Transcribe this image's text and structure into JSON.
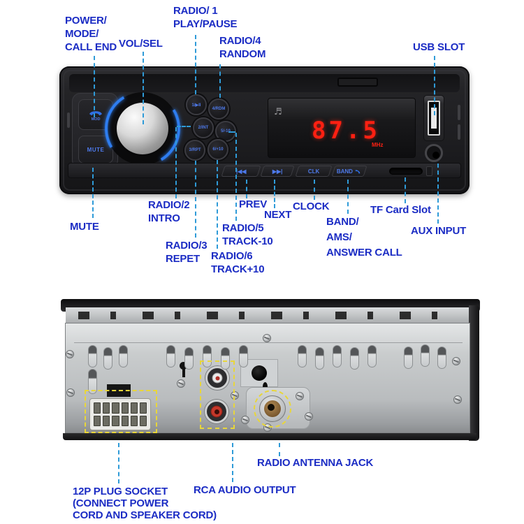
{
  "colors": {
    "label": "#1b2cc4",
    "leader": "#2f9bd8",
    "highlight": "#e8d63a",
    "display": "#ff2012",
    "button_text": "#4d79ea",
    "phone_icon": "#2f6fe4"
  },
  "front": {
    "callouts": {
      "power": "POWER/\nMODE/\nCALL END",
      "vol": "VOL/SEL",
      "radio1": "RADIO/ 1\nPLAY/PAUSE",
      "radio4": "RADIO/4\nRANDOM",
      "usb": "USB SLOT",
      "mute": "MUTE",
      "radio2": "RADIO/2\nINTRO",
      "radio3": "RADIO/3\nREPET",
      "radio5": "RADIO/5\nTRACK-10",
      "radio6": "RADIO/6\nTRACK+10",
      "prev": "PREV",
      "next": "NEXT",
      "clock": "CLOCK",
      "band": "BAND/\nAMS/\nANSWER CALL",
      "tf": "TF Card Slot",
      "aux": "AUX INPUT"
    },
    "controls": {
      "mode_button": "MOD",
      "mute_button": "MUTE",
      "preset_buttons": [
        "1/▶II",
        "4/RDM",
        "2/INT",
        "5/-10",
        "3/RPT",
        "6/+10"
      ],
      "prev_icon": "|◀◀",
      "next_icon": "▶▶|",
      "clk_button": "CLK",
      "band_button": "BAND",
      "note_icon": "♬",
      "display_value": "87.5",
      "display_unit": "MHz"
    }
  },
  "rear": {
    "callouts": {
      "plug12p": "12P PLUG SOCKET\n(CONNECT POWER\nCORD AND SPEAKER CORD)",
      "rca": "RCA AUDIO OUTPUT",
      "antenna": "RADIO ANTENNA JACK"
    }
  }
}
